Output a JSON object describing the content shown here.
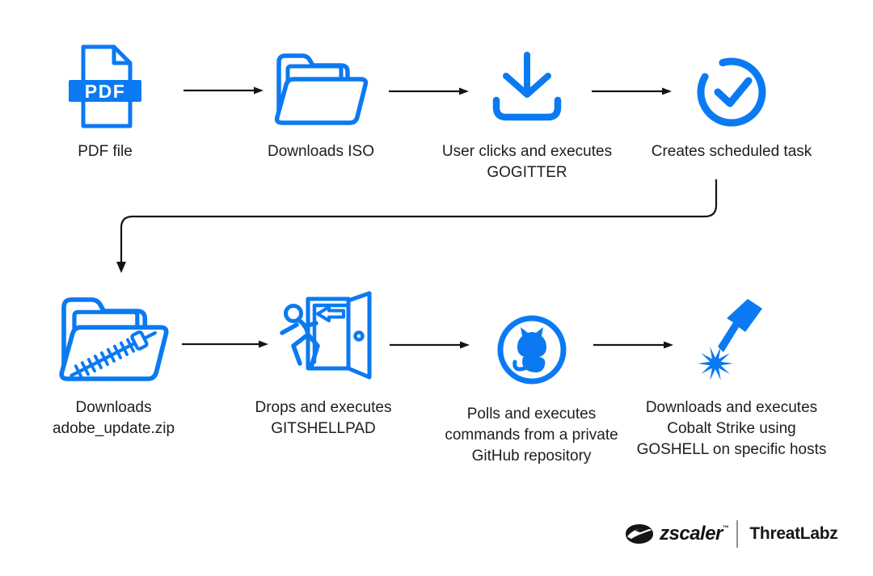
{
  "colors": {
    "accent": "#0b7af2",
    "arrow": "#151515",
    "text": "#1e1e1e"
  },
  "nodes": [
    {
      "id": "pdf-file",
      "icon": "pdf-file-icon",
      "lines": [
        "PDF file"
      ]
    },
    {
      "id": "downloads-iso",
      "icon": "folder-icon",
      "lines": [
        "Downloads ISO"
      ]
    },
    {
      "id": "executes-gogitter",
      "icon": "download-icon",
      "lines": [
        "User clicks and executes",
        "GOGITTER"
      ]
    },
    {
      "id": "scheduled-task",
      "icon": "check-circle-icon",
      "lines": [
        "Creates scheduled task"
      ]
    },
    {
      "id": "downloads-zip",
      "icon": "zip-folder-icon",
      "lines": [
        "Downloads",
        "adobe_update.zip"
      ]
    },
    {
      "id": "drops-gitshellpad",
      "icon": "exit-door-icon",
      "lines": [
        "Drops and executes",
        "GITSHELLPAD"
      ]
    },
    {
      "id": "polls-github",
      "icon": "github-icon",
      "lines": [
        "Polls and executes",
        "commands from a private",
        "GitHub repository"
      ]
    },
    {
      "id": "cobalt-strike",
      "icon": "lightning-strike-icon",
      "lines": [
        "Downloads and executes",
        "Cobalt Strike using",
        "GOSHELL on specific hosts"
      ]
    }
  ],
  "pdf_badge": "PDF",
  "footer": {
    "brand": "zscaler",
    "trademark": "™",
    "product": "ThreatLabz"
  }
}
